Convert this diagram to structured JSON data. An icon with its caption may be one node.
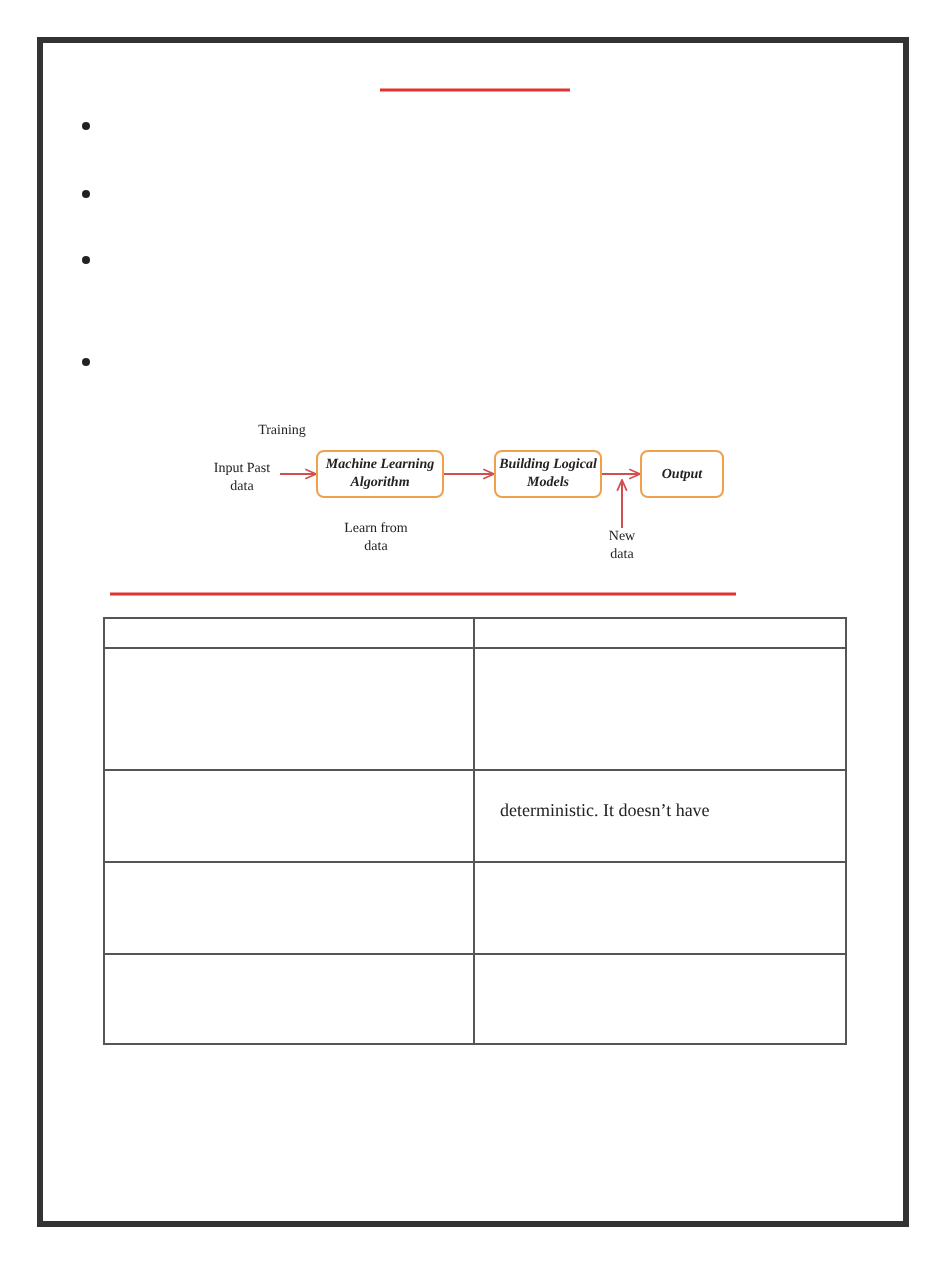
{
  "diagram": {
    "nodes": [
      {
        "text": [
          "Input Past data"
        ]
      },
      {
        "text": [
          "Machine Learning Algorithm"
        ]
      },
      {
        "text": [
          "Building Logical Models"
        ]
      },
      {
        "text": [
          "Output"
        ]
      },
      {
        "text": [
          "New data"
        ]
      }
    ],
    "edges": [
      {
        "from": 0,
        "to": 1,
        "arrow": "to"
      },
      {
        "from": 1,
        "to": 2,
        "arrow": "to"
      },
      {
        "from": 2,
        "to": 3,
        "arrow": "to"
      },
      {
        "from": 4,
        "to": null,
        "arrow": "to"
      }
    ],
    "labels": [
      "Training",
      "Learn from data",
      "deterministic. It doesn’t have"
    ]
  }
}
